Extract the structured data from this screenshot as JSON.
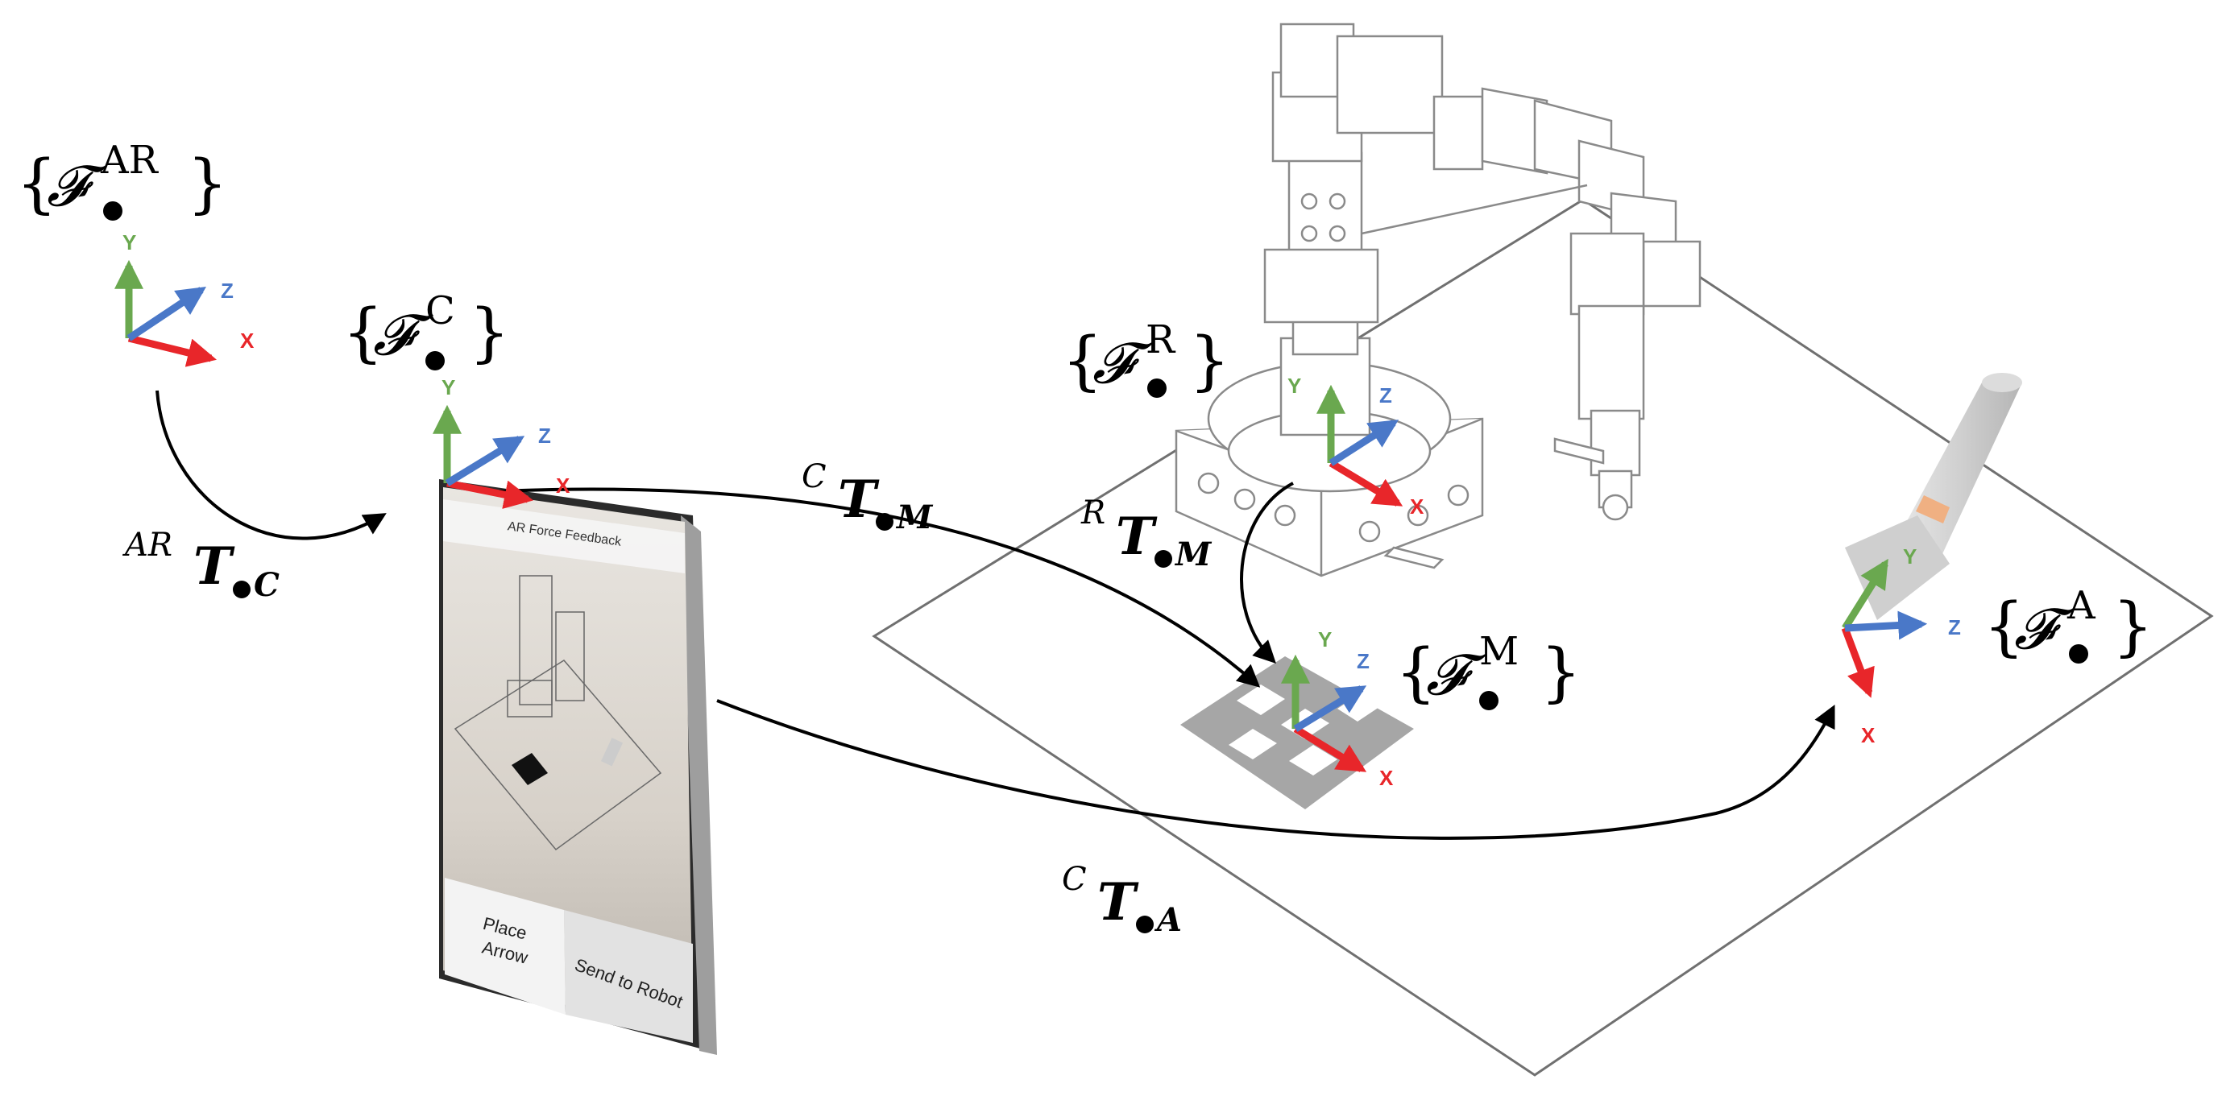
{
  "frames": {
    "ar": {
      "symbol": "𝓕",
      "sup": "AR"
    },
    "c": {
      "symbol": "𝓕",
      "sup": "C"
    },
    "r": {
      "symbol": "𝓕",
      "sup": "R"
    },
    "m": {
      "symbol": "𝓕",
      "sup": "M"
    },
    "a": {
      "symbol": "𝓕",
      "sup": "A"
    }
  },
  "transforms": {
    "ar_c": {
      "pre": "AR",
      "main": "T",
      "sub": "C"
    },
    "c_m": {
      "pre": "C",
      "main": "T",
      "sub": "M"
    },
    "r_m": {
      "pre": "R",
      "main": "T",
      "sub": "M"
    },
    "c_a": {
      "pre": "C",
      "main": "T",
      "sub": "A"
    }
  },
  "axes": {
    "x": "X",
    "y": "Y",
    "z": "Z"
  },
  "tablet": {
    "title": "AR Force Feedback",
    "place_arrow_line1": "Place",
    "place_arrow_line2": "Arrow",
    "send_to_robot": "Send to Robot"
  },
  "colors": {
    "x_axis": "#e8262a",
    "y_axis": "#6aa84f",
    "z_axis": "#4a78c8",
    "arrow": "#000000",
    "outline": "#707070",
    "marker": "#a6a6a6"
  }
}
